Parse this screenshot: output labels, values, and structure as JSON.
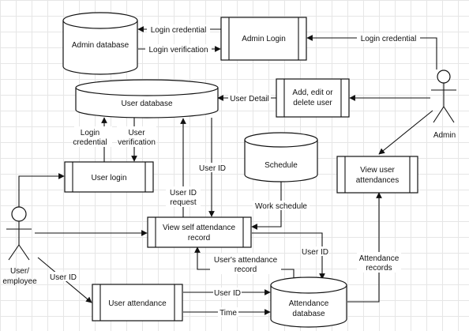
{
  "nodes": {
    "admin_database": "Admin database",
    "admin_login": "Admin Login",
    "add_edit_delete_user": [
      "Add, edit or",
      "delete user"
    ],
    "user_database": "User database",
    "user_login": "User login",
    "schedule": "Schedule",
    "view_user_attendances": [
      "View user",
      "attendances"
    ],
    "view_self_attendance": [
      "View self attendance",
      "record"
    ],
    "user_attendance": "User attendance",
    "attendance_database": [
      "Attendance",
      "database"
    ],
    "admin_actor": "Admin",
    "user_actor": [
      "User/",
      "employee"
    ]
  },
  "edges": {
    "login_credential_1": "Login credential",
    "login_verification_1": "Login verification",
    "login_credential_2": "Login credential",
    "user_detail": "User Detail",
    "login_credential_3": [
      "Login",
      "credential"
    ],
    "user_verification": [
      "User",
      "verification"
    ],
    "user_id_1": "User ID",
    "user_id_request": [
      "User ID",
      "request"
    ],
    "work_schedule": "Work schedule",
    "users_attendance_record": [
      "User's attendance",
      "record"
    ],
    "user_id_2": "User ID",
    "attendance_records": [
      "Attendance",
      "records"
    ],
    "user_id_3": "User ID",
    "user_id_4": "User ID",
    "time": "Time"
  }
}
